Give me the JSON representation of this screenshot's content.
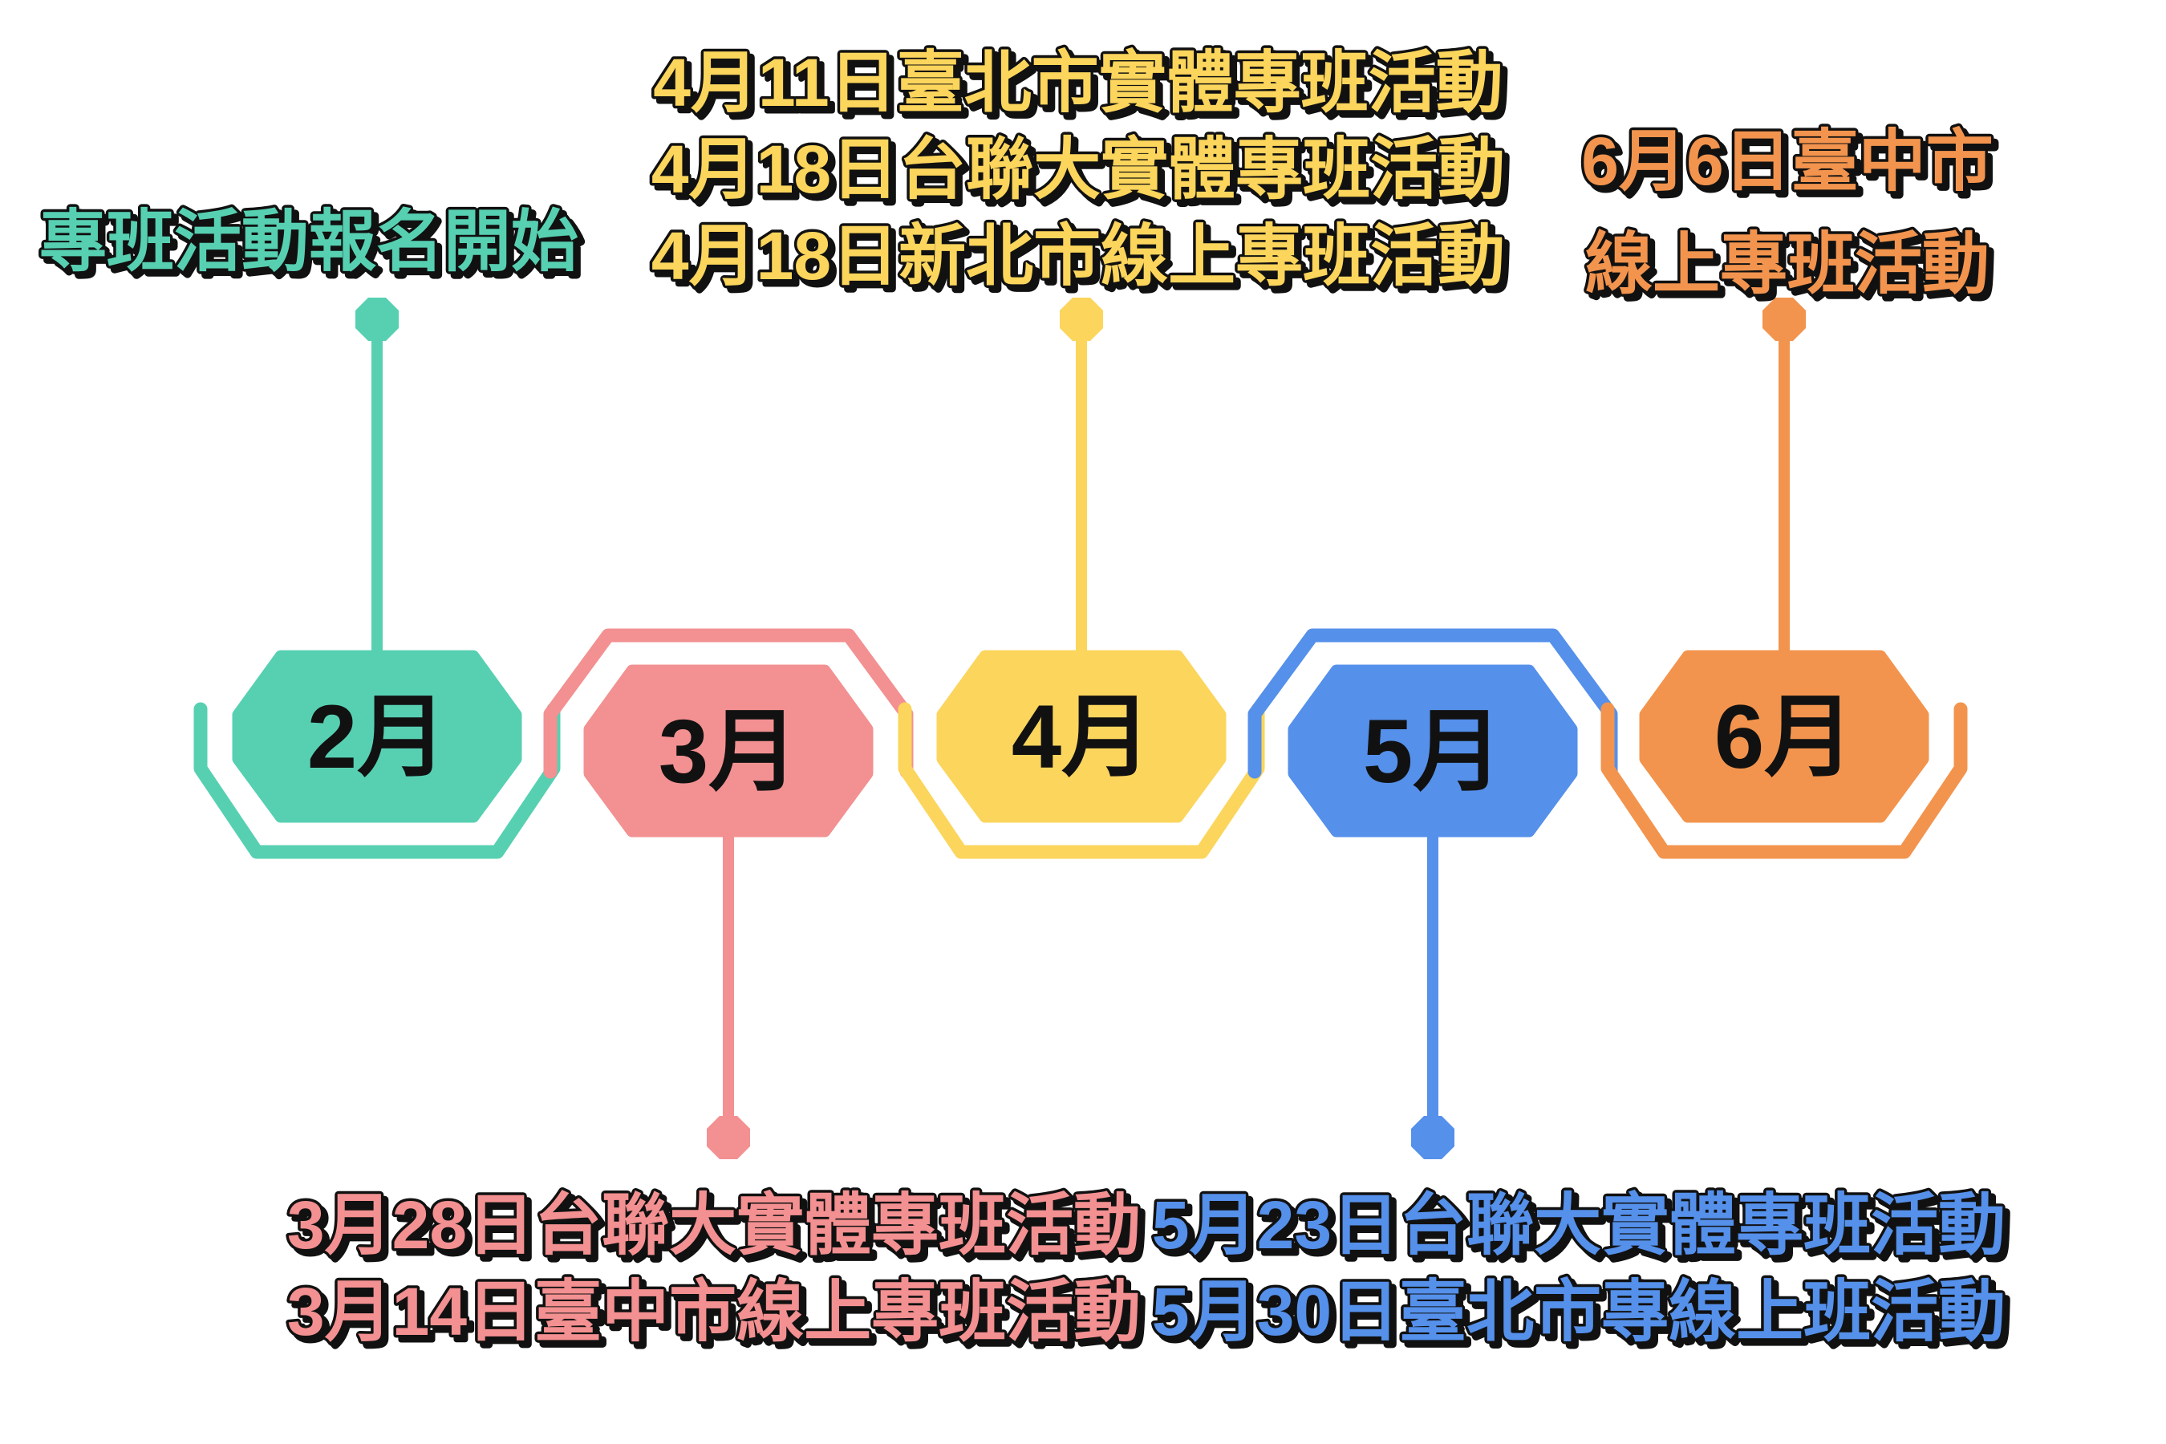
{
  "page": {
    "background": "#ffffff",
    "text_outline_color": "#111111"
  },
  "months": [
    {
      "label": "2月",
      "color": "#57D0B2",
      "stem_direction": "up",
      "events": [
        "專班活動報名開始"
      ]
    },
    {
      "label": "3月",
      "color": "#F39091",
      "stem_direction": "down",
      "events": [
        "3月28日台聯大實體專班活動",
        "3月14日臺中市線上專班活動"
      ]
    },
    {
      "label": "4月",
      "color": "#FBD55C",
      "stem_direction": "up",
      "events": [
        "4月11日臺北市實體專班活動",
        "4月18日台聯大實體專班活動",
        "4月18日新北市線上專班活動"
      ]
    },
    {
      "label": "5月",
      "color": "#5590EA",
      "stem_direction": "down",
      "events": [
        "5月23日台聯大實體專班活動",
        "5月30日臺北市專線上班活動"
      ]
    },
    {
      "label": "6月",
      "color": "#F2944E",
      "stem_direction": "up",
      "events": [
        "6月6日臺中市",
        "線上專班活動"
      ]
    }
  ]
}
